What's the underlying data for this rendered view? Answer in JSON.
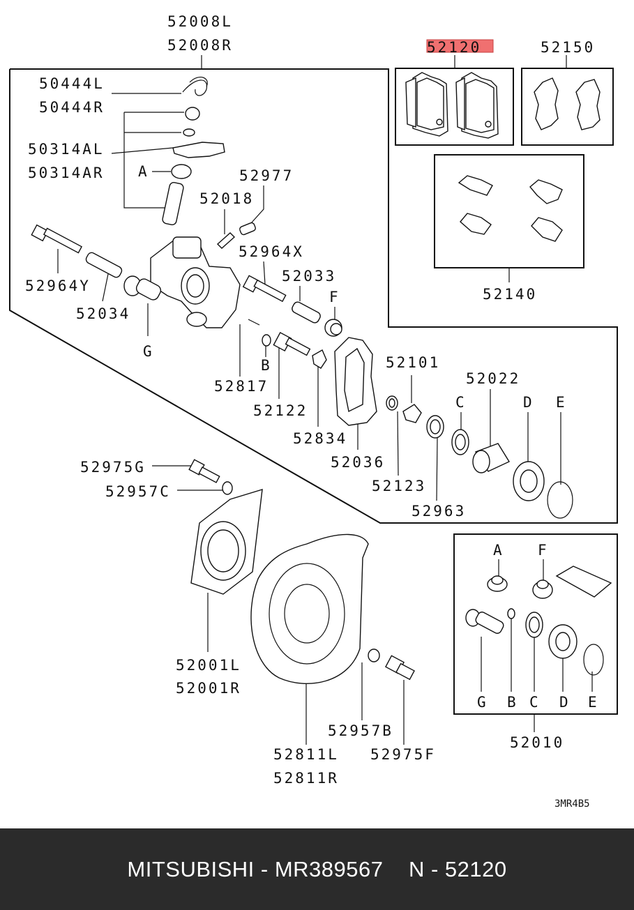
{
  "labels": {
    "l52008L": "52008L",
    "l52008R": "52008R",
    "l52120": "52120",
    "l52150": "52150",
    "l50444L": "50444L",
    "l50444R": "50444R",
    "l50314AL": "50314AL",
    "l50314AR": "50314AR",
    "lA1": "A",
    "l52977": "52977",
    "l52018": "52018",
    "l52964X": "52964X",
    "l52033": "52033",
    "lF1": "F",
    "l52964Y": "52964Y",
    "l52034": "52034",
    "lG1": "G",
    "l52140": "52140",
    "l52101": "52101",
    "l52022": "52022",
    "lC1": "C",
    "lD1": "D",
    "lE1": "E",
    "lB1": "B",
    "l52817": "52817",
    "l52122": "52122",
    "l52834": "52834",
    "l52036": "52036",
    "l52123": "52123",
    "l52963": "52963",
    "l52975G": "52975G",
    "l52957C": "52957C",
    "l52001L": "52001L",
    "l52001R": "52001R",
    "l52957B": "52957B",
    "l52975F": "52975F",
    "l52811L": "52811L",
    "l52811R": "52811R",
    "lA2": "A",
    "lF2": "F",
    "lG2": "G",
    "lB2": "B",
    "lC2": "C",
    "lD2": "D",
    "lE2": "E",
    "l52010": "52010",
    "ref": "3MR4B5"
  },
  "highlight": {
    "part": "52120",
    "color": "#f07070"
  },
  "footer": {
    "text": "MITSUBISHI - MR389567    N - 52120"
  }
}
